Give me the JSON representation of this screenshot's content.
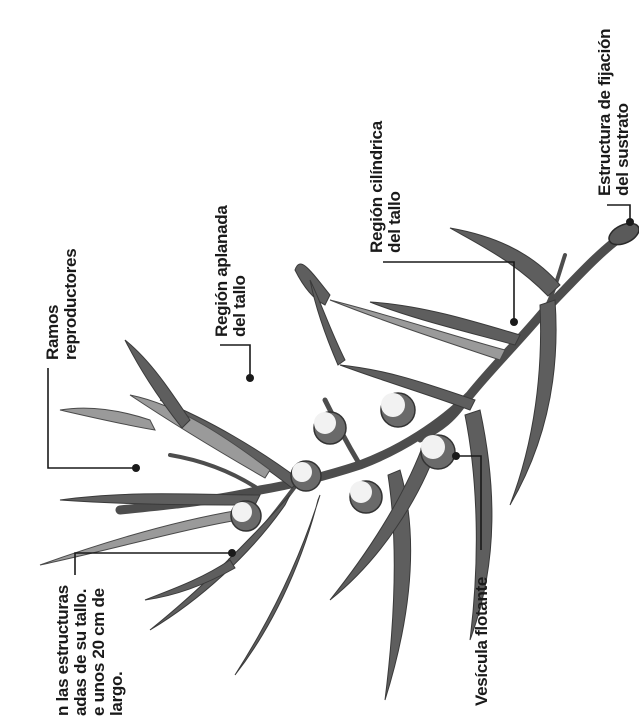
{
  "labels": {
    "fixation": [
      "Estructura de fijación",
      "del sustrato"
    ],
    "cylindrical": [
      "Región cilíndrica",
      "del tallo"
    ],
    "flat": [
      "Región aplanada",
      "del tallo"
    ],
    "reproductive": [
      "Ramos",
      "reproductores"
    ],
    "vesicle": [
      "Vesícula flotante"
    ],
    "caption": [
      "n las estructuras",
      "adas de su tallo.",
      "e unos 20 cm de",
      "largo."
    ]
  },
  "colors": {
    "ink": "#1a1a1a",
    "plant_dark": "#5e5e5e",
    "plant_light": "#9a9a9a",
    "background": "#ffffff"
  }
}
